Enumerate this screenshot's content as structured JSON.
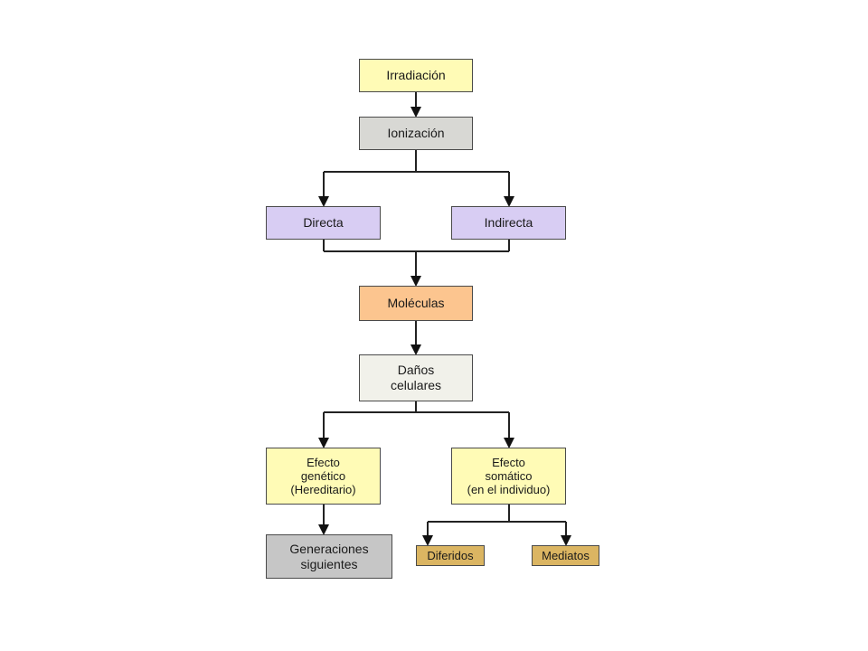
{
  "colors": {
    "yellow": "#fffbb6",
    "gray": "#d8d8d4",
    "lavender": "#d8cdf3",
    "orange": "#fcc58f",
    "offwhite": "#f1f1ea",
    "darkgray": "#c6c6c6",
    "tan": "#dbb562",
    "line": "#222222"
  },
  "nodes": {
    "irradiacion": "Irradiación",
    "ionizacion": "Ionización",
    "directa": "Directa",
    "indirecta": "Indirecta",
    "moleculas": "Moléculas",
    "danos": "Daños\ncelulares",
    "efecto_genetico": "Efecto\ngenético\n(Hereditario)",
    "efecto_somatico": "Efecto\nsomático\n(en el individuo)",
    "generaciones": "Generaciones\nsiguientes",
    "diferidos": "Diferidos",
    "mediatos": "Mediatos"
  }
}
